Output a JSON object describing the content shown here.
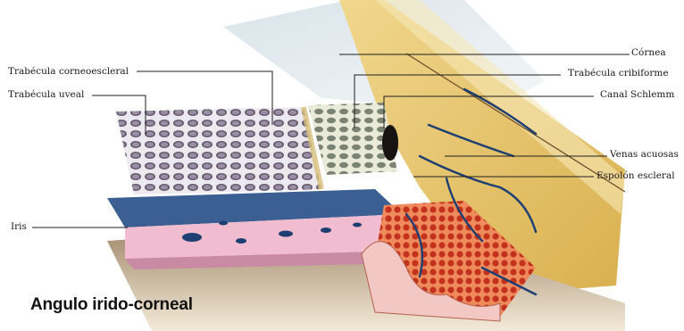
{
  "title": "Angulo irido-corneal",
  "labels": {
    "cornea": "Córnea",
    "trabecula_corneoscleral": "Trabécula corneoescleral",
    "trabecula_cribiforme": "Trabécula cribiforme",
    "trabecula_uveal": "Trabécula uveal",
    "canal_schlemm": "Canal Schlemm",
    "venas_acuosas": "Venas acuosas",
    "espolon_escleral": "Espolón escleral",
    "iris": "Iris"
  },
  "colors": {
    "cornea": "#dbe6ec",
    "sclera": "#e7c76a",
    "iris_surface": "#f1bcd0",
    "iris_epithelium": "#3b5f93",
    "ciliary_muscle": "#d7412a",
    "vessels": "#1d3f72",
    "shadow": "#c9b08a"
  }
}
